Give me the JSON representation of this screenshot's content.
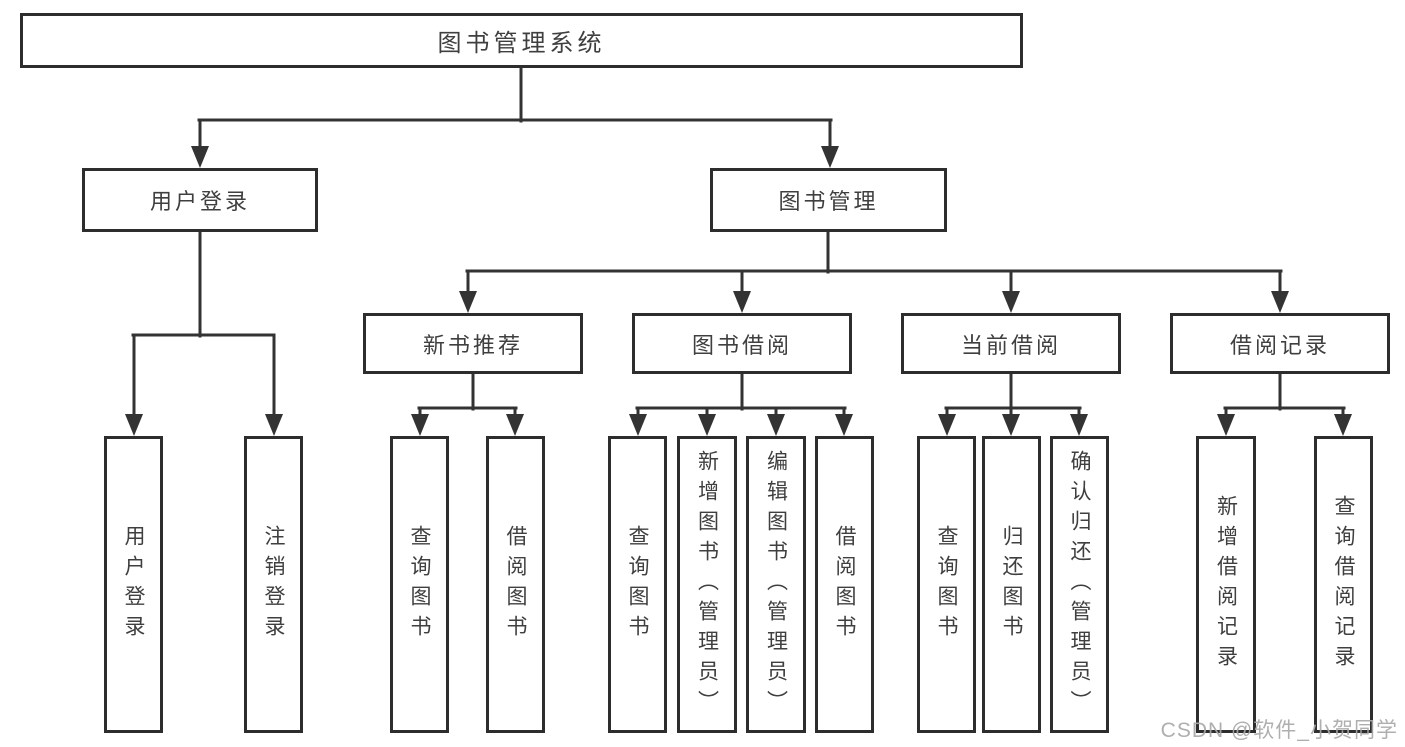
{
  "colors": {
    "line": "#333333",
    "box_border": "#2d2d2d",
    "text": "#3f3f3f",
    "watermark": "#a8a8a8",
    "background": "#ffffff"
  },
  "watermark": {
    "text": "CSDN @软件_小贺同学"
  },
  "tree": {
    "root": {
      "label": "图书管理系统"
    },
    "level2": [
      {
        "label": "用户登录"
      },
      {
        "label": "图书管理"
      }
    ],
    "level3": [
      {
        "label": "新书推荐"
      },
      {
        "label": "图书借阅"
      },
      {
        "label": "当前借阅"
      },
      {
        "label": "借阅记录"
      }
    ],
    "leaves": {
      "user_login": [
        {
          "label": "用户登录"
        },
        {
          "label": "注销登录"
        }
      ],
      "new_book_recommend": [
        {
          "label": "查询图书"
        },
        {
          "label": "借阅图书"
        }
      ],
      "book_borrowing": [
        {
          "label": "查询图书"
        },
        {
          "label": "新增图书（管理员）"
        },
        {
          "label": "编辑图书（管理员）"
        },
        {
          "label": "借阅图书"
        }
      ],
      "current_borrowing": [
        {
          "label": "查询图书"
        },
        {
          "label": "归还图书"
        },
        {
          "label": "确认归还（管理员）"
        }
      ],
      "borrowing_records": [
        {
          "label": "新增借阅记录"
        },
        {
          "label": "查询借阅记录"
        }
      ]
    }
  }
}
